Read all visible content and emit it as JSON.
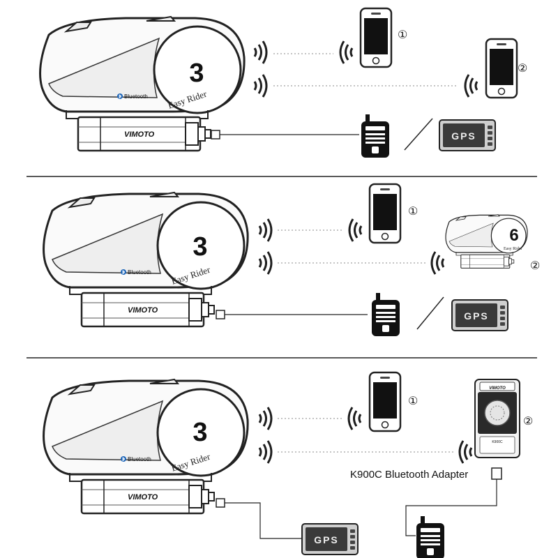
{
  "sections": [
    {
      "device": {
        "number": "3",
        "brand_badge": "Bluetooth",
        "model_text": "Easy Rider",
        "body_logo": "VIMOTO"
      },
      "targets": [
        {
          "marker": "①",
          "device": "phone"
        },
        {
          "marker": "②",
          "device": "phone"
        }
      ],
      "wired": {
        "device": "walkie-talkie",
        "alternative": "GPS"
      }
    },
    {
      "device": {
        "number": "3",
        "brand_badge": "Bluetooth",
        "model_text": "Easy Rider",
        "body_logo": "VIMOTO"
      },
      "targets": [
        {
          "marker": "①",
          "device": "phone"
        },
        {
          "marker": "②",
          "device": "headset",
          "number": "6",
          "model_text": "Easy Rider"
        }
      ],
      "wired": {
        "device": "walkie-talkie",
        "alternative": "GPS"
      }
    },
    {
      "device": {
        "number": "3",
        "brand_badge": "Bluetooth",
        "model_text": "Easy Rider",
        "body_logo": "VIMOTO"
      },
      "targets": [
        {
          "marker": "①",
          "device": "phone"
        },
        {
          "marker": "②",
          "device": "adapter",
          "adapter_logo": "VIMOTO",
          "adapter_model": "K900C"
        }
      ],
      "adapter_caption": "K900C Bluetooth Adapter",
      "wired": {
        "device": "GPS",
        "adapter_wired": "walkie-talkie"
      }
    }
  ],
  "colors": {
    "line": "#222222",
    "signal": "#1e1e1e",
    "dotted": "#888888",
    "gps_bg": "#3a3a3a"
  }
}
